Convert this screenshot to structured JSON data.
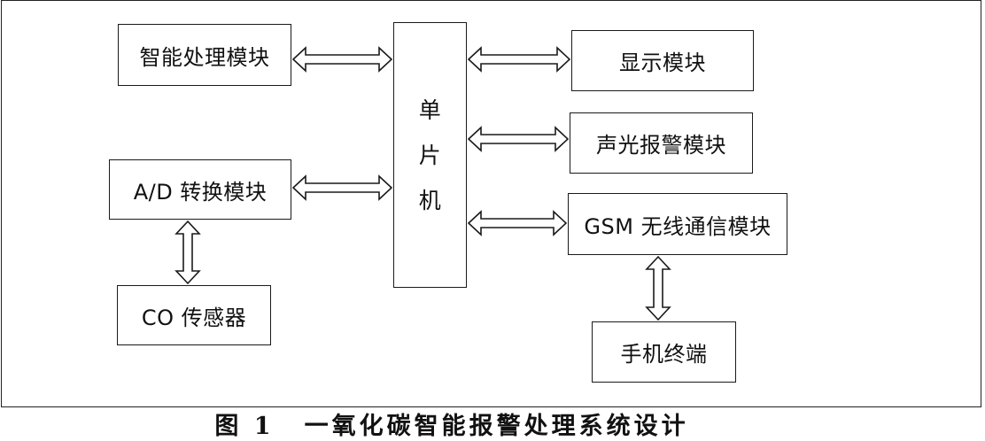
{
  "diagram": {
    "modules": {
      "smart_processing": "智能处理模块",
      "ad_conversion": "A/D 转换模块",
      "co_sensor": "CO 传感器",
      "mcu_chars": [
        "单",
        "片",
        "机"
      ],
      "display": "显示模块",
      "sound_light_alarm": "声光报警模块",
      "gsm": "GSM 无线通信模块",
      "mobile_terminal": "手机终端"
    },
    "caption": {
      "label": "图 1",
      "title": "一氧化碳智能报警处理系统设计"
    }
  }
}
